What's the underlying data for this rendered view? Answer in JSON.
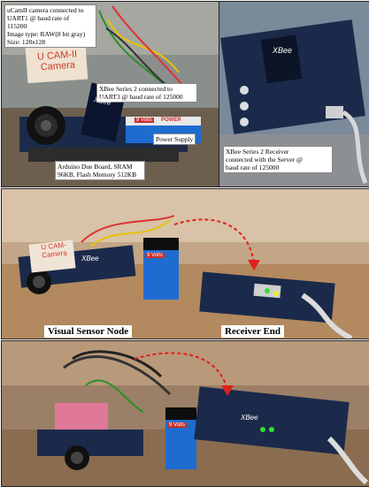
{
  "panel_top_left": {
    "cam_caption": [
      "uCamII camera connected to",
      "UART1 @ baud rate of",
      "115200",
      "Image type: RAW(8 bit gray)",
      "Size: 128x128"
    ],
    "cam_label_card": [
      "U CAM-II",
      "Camera"
    ],
    "xbee_caption": [
      "XBee Series 2 connected to",
      "UART3 @ baud rate of 125000"
    ],
    "power_caption": "Power Supply",
    "arduino_caption": [
      "Arduino Due Board, SRAM",
      "96KB, Flash Memory 512KB"
    ],
    "battery_label": "9 Volts",
    "battery_brand": "POWER",
    "xbee_brand": "XBee"
  },
  "panel_top_right": {
    "receiver_caption": [
      "XBee Series 2 Receiver",
      "connected with the Server @",
      "baud rate of 125000"
    ],
    "xbee_brand": "XBee"
  },
  "panel_middle": {
    "label_left": "Visual Sensor Node",
    "label_right": "Receiver End",
    "cam_card": [
      "U CAM-",
      "Camera"
    ],
    "battery_label": "9 Volts",
    "xbee_brand": "XBee"
  },
  "panel_bottom": {
    "xbee_brand": "XBee",
    "battery_label": "9 Volts"
  },
  "colors": {
    "pcb_blue": "#1b2a4a",
    "arrow_red": "#e0201a",
    "wall": "#b89a7a",
    "table": "#c8a882"
  }
}
